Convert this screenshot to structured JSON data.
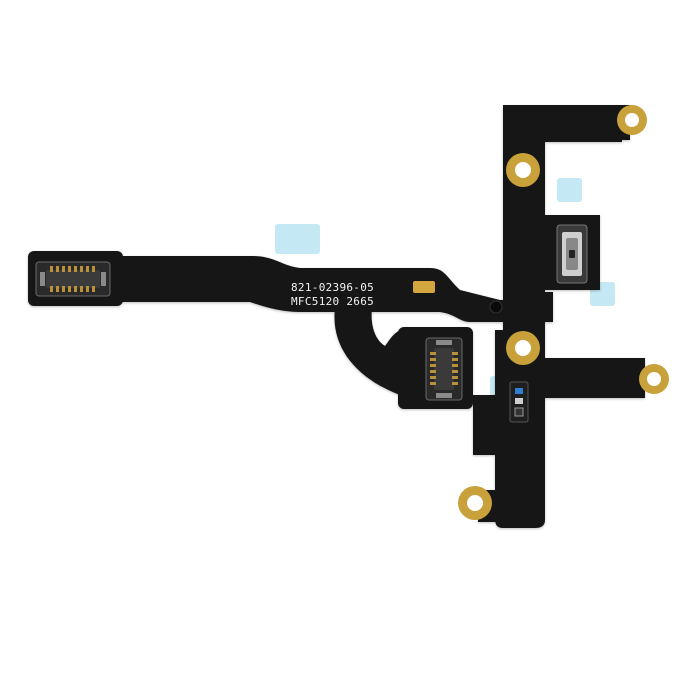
{
  "photo": {
    "subject": "flex-cable",
    "printed_text": {
      "part_number": "821-02396-05",
      "serial_code": "MFC5120 2665"
    },
    "colors": {
      "background": "#ffffff",
      "flex_body": "#141414",
      "gold_ring": "#c9a13a",
      "protective_film": "#bfe7f2",
      "print_text": "#f2f2f2"
    }
  }
}
